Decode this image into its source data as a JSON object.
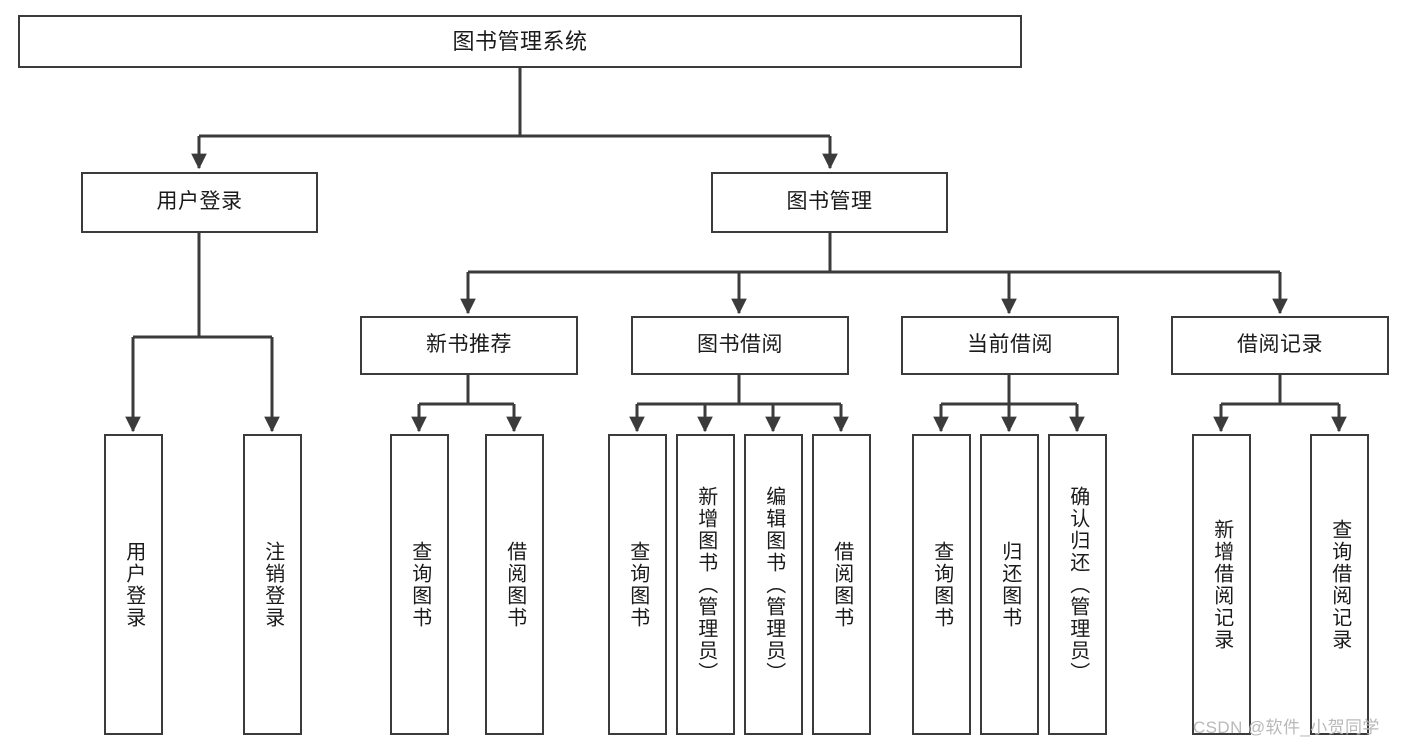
{
  "diagram": {
    "type": "hierarchy-tree",
    "root": {
      "id": "root",
      "label": "图书管理系统"
    },
    "level2": [
      {
        "id": "user-login",
        "label": "用户登录"
      },
      {
        "id": "book-manage",
        "label": "图书管理"
      }
    ],
    "level3": [
      {
        "id": "new-book-rec",
        "label": "新书推荐",
        "parent": "book-manage"
      },
      {
        "id": "book-borrow",
        "label": "图书借阅",
        "parent": "book-manage"
      },
      {
        "id": "current-borrow",
        "label": "当前借阅",
        "parent": "book-manage"
      },
      {
        "id": "borrow-record",
        "label": "借阅记录",
        "parent": "book-manage"
      }
    ],
    "leaves": [
      {
        "id": "leaf-user-login",
        "label": "用户登录",
        "parent": "user-login"
      },
      {
        "id": "leaf-logout",
        "label": "注销登录",
        "parent": "user-login"
      },
      {
        "id": "leaf-query-book-1",
        "label": "查询图书",
        "parent": "new-book-rec"
      },
      {
        "id": "leaf-borrow-book-1",
        "label": "借阅图书",
        "parent": "new-book-rec"
      },
      {
        "id": "leaf-query-book-2",
        "label": "查询图书",
        "parent": "book-borrow"
      },
      {
        "id": "leaf-add-book",
        "label": "新增图书（管理员）",
        "parent": "book-borrow"
      },
      {
        "id": "leaf-edit-book",
        "label": "编辑图书（管理员）",
        "parent": "book-borrow"
      },
      {
        "id": "leaf-borrow-book-2",
        "label": "借阅图书",
        "parent": "book-borrow"
      },
      {
        "id": "leaf-query-book-3",
        "label": "查询图书",
        "parent": "current-borrow"
      },
      {
        "id": "leaf-return-book",
        "label": "归还图书",
        "parent": "current-borrow"
      },
      {
        "id": "leaf-confirm-return",
        "label": "确认归还（管理员）",
        "parent": "current-borrow"
      },
      {
        "id": "leaf-add-record",
        "label": "新增借阅记录",
        "parent": "borrow-record"
      },
      {
        "id": "leaf-query-record",
        "label": "查询借阅记录",
        "parent": "borrow-record"
      }
    ]
  },
  "watermark": {
    "text": "CSDN @软件_小贺同学"
  },
  "colors": {
    "border": "#3b3b3b",
    "background": "#ffffff",
    "text": "#1a1a1a",
    "watermark": "#b9b9b9"
  }
}
